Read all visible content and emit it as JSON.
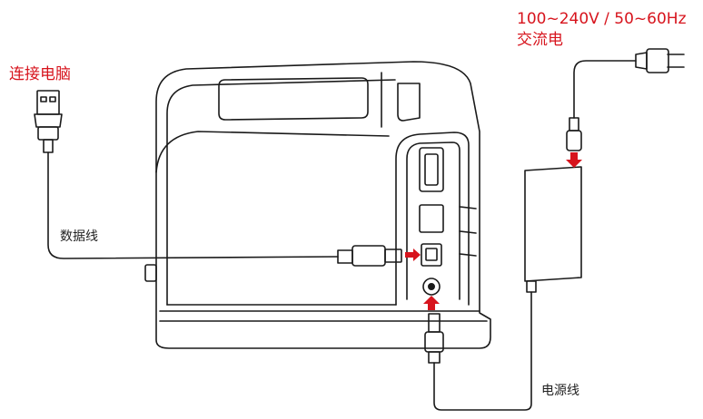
{
  "labels": {
    "computer": "连接电脑",
    "data_cable": "数据线",
    "power_spec": "100~240V / 50~60Hz",
    "ac_power": "交流电",
    "power_cable": "电源线"
  },
  "colors": {
    "accent": "#d7141d",
    "line": "#1a1a1a",
    "text": "#222222",
    "background": "#ffffff"
  }
}
